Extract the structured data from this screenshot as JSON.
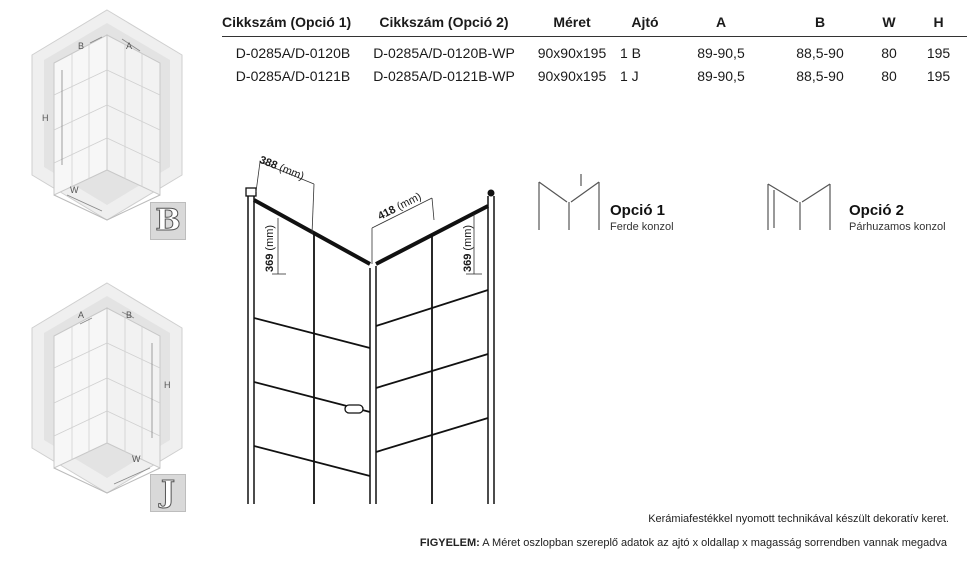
{
  "table": {
    "headers": [
      "Cikkszám (Opció 1)",
      "Cikkszám (Opció 2)",
      "Méret",
      "Ajtó",
      "A",
      "B",
      "W",
      "H"
    ],
    "rows": [
      [
        "D-0285A/D-0120B",
        "D-0285A/D-0120B-WP",
        "90x90x195",
        "1 B",
        "89-90,5",
        "88,5-90",
        "80",
        "195"
      ],
      [
        "D-0285A/D-0121B",
        "D-0285A/D-0121B-WP",
        "90x90x195",
        "1 J",
        "89-90,5",
        "88,5-90",
        "80",
        "195"
      ]
    ]
  },
  "thumbnails": {
    "b": {
      "letter": "B",
      "label_a": "A",
      "label_b": "B",
      "label_h": "H",
      "label_w": "W"
    },
    "j": {
      "letter": "J",
      "label_a": "A",
      "label_b": "B",
      "label_h": "H",
      "label_w": "W"
    }
  },
  "drawing": {
    "dim_left_top": "388",
    "dim_left_top_unit": "(mm)",
    "dim_right_top": "418",
    "dim_right_top_unit": "(mm)",
    "dim_left_side": "369",
    "dim_left_side_unit": "(mm)",
    "dim_right_side": "369",
    "dim_right_side_unit": "(mm)"
  },
  "options": {
    "opt1": {
      "title": "Opció 1",
      "subtitle": "Ferde konzol"
    },
    "opt2": {
      "title": "Opció 2",
      "subtitle": "Párhuzamos konzol"
    }
  },
  "notes": {
    "decor": "Kerámiafestékkel nyomott technikával készült dekoratív keret.",
    "warning_label": "FIGYELEM:",
    "warning_text": " A Méret oszlopban szereplő adatok az ajtó x oldallap x magasság sorrendben vannak megadva"
  }
}
